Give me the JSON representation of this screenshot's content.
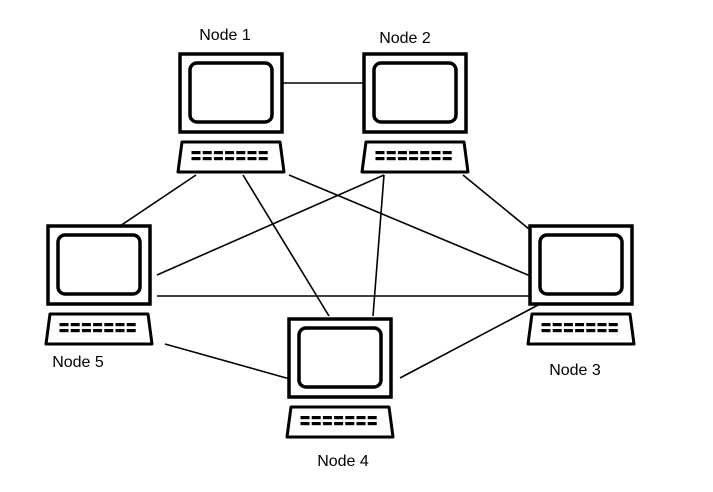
{
  "nodes": [
    {
      "id": "node-1",
      "label": "Node 1"
    },
    {
      "id": "node-2",
      "label": "Node 2"
    },
    {
      "id": "node-3",
      "label": "Node 3"
    },
    {
      "id": "node-4",
      "label": "Node 4"
    },
    {
      "id": "node-5",
      "label": "Node 5"
    }
  ],
  "links": [
    [
      "node-1",
      "node-2"
    ],
    [
      "node-1",
      "node-5"
    ],
    [
      "node-1",
      "node-4"
    ],
    [
      "node-1",
      "node-3"
    ],
    [
      "node-2",
      "node-5"
    ],
    [
      "node-2",
      "node-4"
    ],
    [
      "node-2",
      "node-3"
    ],
    [
      "node-5",
      "node-3"
    ],
    [
      "node-5",
      "node-4"
    ],
    [
      "node-4",
      "node-3"
    ]
  ],
  "colors": {
    "stroke": "#000000",
    "background": "#ffffff",
    "keys": "#000000"
  },
  "icon": "laptop-computer-icon"
}
